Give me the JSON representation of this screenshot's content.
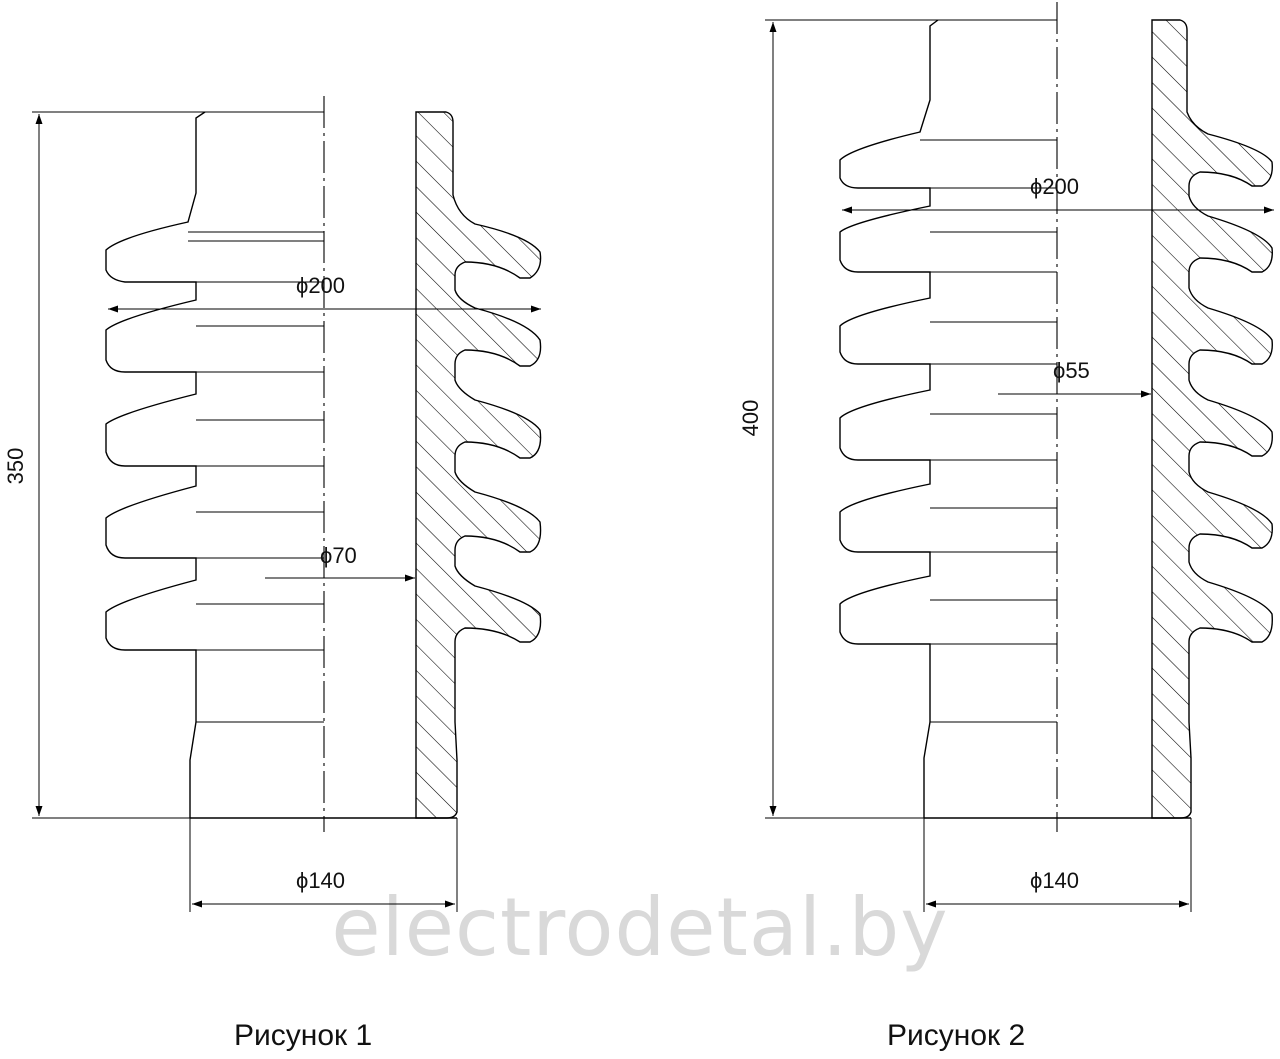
{
  "watermark": "electrodetal.by",
  "figures": [
    {
      "caption": "Рисунок 1",
      "dims": {
        "height": "350",
        "shed_diameter": "ϕ200",
        "bore_diameter": "ϕ70",
        "base_diameter": "ϕ140"
      }
    },
    {
      "caption": "Рисунок 2",
      "dims": {
        "height": "400",
        "shed_diameter": "ϕ200",
        "bore_diameter": "ϕ55",
        "base_diameter": "ϕ140"
      }
    }
  ]
}
